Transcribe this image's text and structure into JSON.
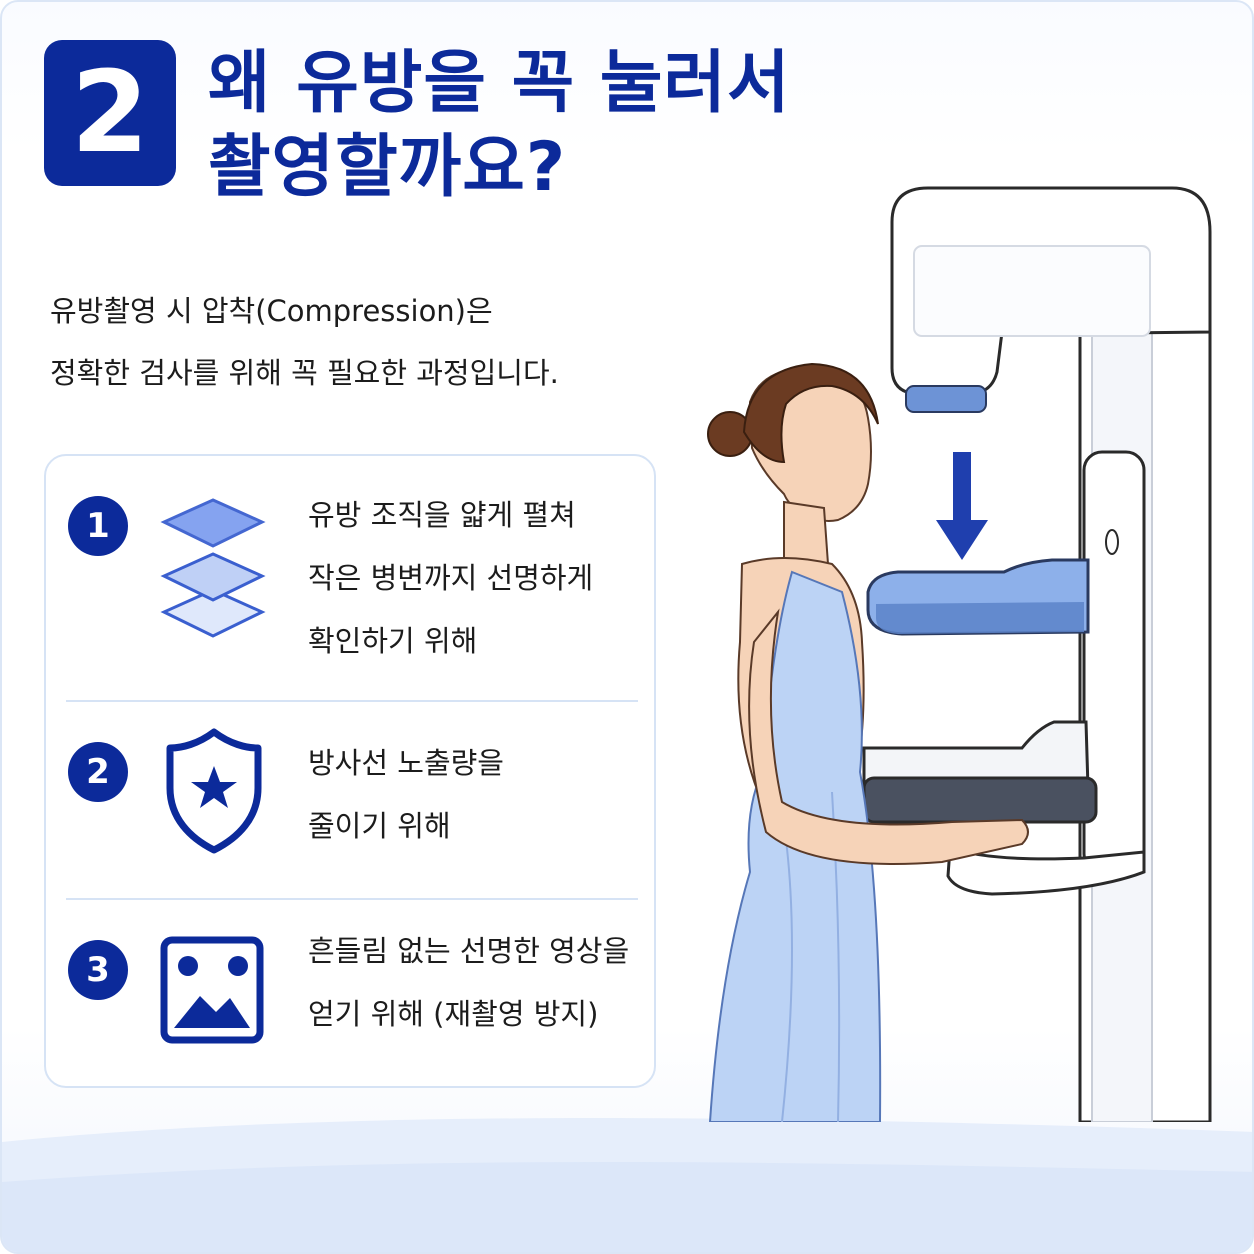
{
  "step_number": "2",
  "title": {
    "line1": "왜 유방을 꼭 눌러서",
    "line2": "촬영할까요?"
  },
  "intro": {
    "line1": "유방촬영 시 압착(Compression)은",
    "line2": "정확한 검사를 위해 꼭 필요한 과정입니다."
  },
  "reasons": [
    {
      "number": "1",
      "icon": "layers-icon",
      "lines": [
        "유방 조직을 얇게 펼쳐",
        "작은 병변까지 선명하게",
        "확인하기 위해"
      ]
    },
    {
      "number": "2",
      "icon": "shield-star-icon",
      "lines": [
        "방사선 노출량을",
        "줄이기 위해"
      ]
    },
    {
      "number": "3",
      "icon": "image-icon",
      "lines": [
        "흔들림 없는 선명한 영상을",
        "얻기 위해 (재촬영 방지)"
      ]
    }
  ],
  "colors": {
    "brand_navy": "#0c2a9a",
    "card_border": "#d6e3f5",
    "gown_blue": "#bcd3f5",
    "paddle_blue": "#6d93d6"
  },
  "illustration": {
    "subject": "woman-in-mammography-machine",
    "arrow": "down-arrow-icon"
  }
}
